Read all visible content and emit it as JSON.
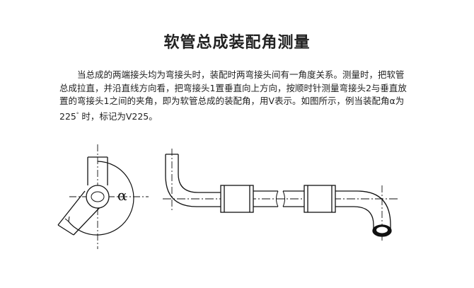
{
  "title": "软管总成装配角测量",
  "paragraph": {
    "line1": "当总成的两端接头均为弯接头时，装配时两弯接头间有一角度关系。测量时，把软管",
    "line2": "总成拉直，并沿直线方向看，把弯接头1置垂直向上方向，按顺时针测量弯接头2与垂直放",
    "line3": "置的弯接头1之间的夹角，即为软管总成的装配角，用V表示。如图所示，例当装配角α为",
    "line4_a": "225",
    "line4_deg": "°",
    "line4_b": " 时，标记为V225。"
  },
  "figure": {
    "angle_symbol": "α"
  }
}
